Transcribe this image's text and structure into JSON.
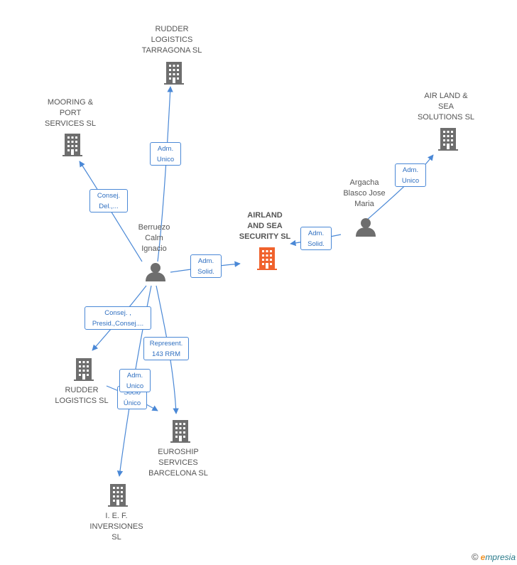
{
  "colors": {
    "edge": "#4a88d6",
    "company_icon": "#6e6e6e",
    "main_company_icon": "#f0622d",
    "person_icon": "#6e6e6e",
    "label_text": "#555555"
  },
  "nodes": {
    "rudder_tarragona": {
      "label": "RUDDER\nLOGISTICS\nTARRAGONA SL",
      "icon": "building-icon"
    },
    "mooring": {
      "label": "MOORING &\nPORT\nSERVICES SL",
      "icon": "building-icon"
    },
    "air_land_solutions": {
      "label": "AIR LAND &\nSEA\nSOLUTIONS SL",
      "icon": "building-icon"
    },
    "airland_security": {
      "label": "AIRLAND\nAND SEA\nSECURITY SL",
      "icon": "building-icon"
    },
    "argacha": {
      "label": "Argacha\nBlasco Jose\nMaria",
      "icon": "person-icon"
    },
    "berruezo": {
      "label": "Berruezo\nCalm\nIgnacio",
      "icon": "person-icon"
    },
    "rudder_logistics": {
      "label": "RUDDER\nLOGISTICS SL",
      "icon": "building-icon"
    },
    "euroship": {
      "label": "EUROSHIP\nSERVICES\nBARCELONA SL",
      "icon": "building-icon"
    },
    "ief": {
      "label": "I.  E. F.\nINVERSIONES\nSL",
      "icon": "building-icon"
    }
  },
  "edges": {
    "adm_unico_tarragona": "Adm.\nUnico",
    "consej_mooring": "Consej.\nDel.,...",
    "adm_unico_airland_solutions": "Adm.\nUnico",
    "adm_solid_argacha": "Adm.\nSolid.",
    "adm_solid_berruezo": "Adm.\nSolid.",
    "consej_rudder": "Consej. ,\nPresid.,Consej....",
    "represent_euroship": "Represent.\n143 RRM",
    "socio_unico": "Socio\nÚnico",
    "adm_unico_ief": "Adm.\nUnico"
  },
  "watermark": {
    "copyright": "©",
    "brand_initial": "e",
    "brand_rest": "mpresia"
  }
}
